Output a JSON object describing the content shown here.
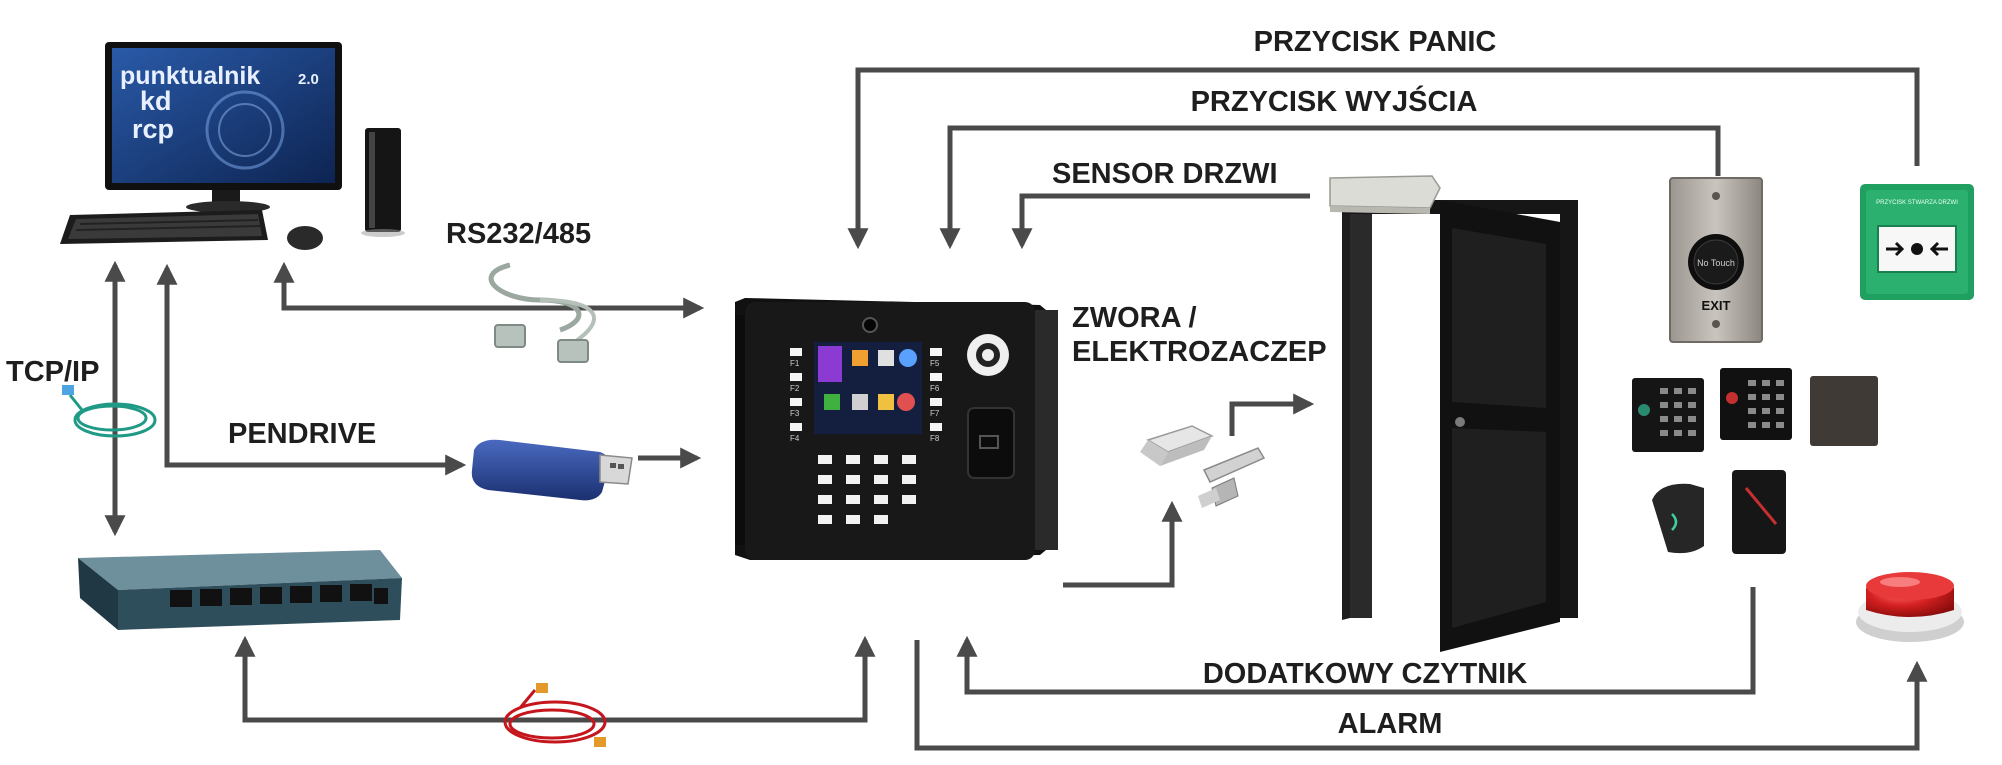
{
  "labels": {
    "panic": "PRZYCISK PANIC",
    "exit_button": "PRZYCISK WYJŚCIA",
    "door_sensor": "SENSOR DRZWI",
    "rs232": "RS232/485",
    "lock_line1": "ZWORA /",
    "lock_line2": "ELEKTROZACZEP",
    "tcpip": "TCP/IP",
    "pendrive": "PENDRIVE",
    "extra_reader": "DODATKOWY CZYTNIK",
    "alarm": "ALARM"
  },
  "monitor": {
    "brand_line1": "punktualnik",
    "brand_version": "2.0",
    "brand_line2": "kd",
    "brand_line3": "rcp"
  },
  "exit_plate": {
    "sensor_text": "No Touch",
    "exit_text": "EXIT"
  },
  "panic_box": {
    "caption": "PRZYCISK STWARZA DRZWI"
  },
  "terminal_keys": {
    "fkeys_left": [
      "F1",
      "F2",
      "F3",
      "F4"
    ],
    "fkeys_right": [
      "F5",
      "F6",
      "F7",
      "F8"
    ]
  },
  "colors": {
    "arrow": "#4a4a4a",
    "terminal": "#141414",
    "screen": "#1d3f86",
    "switch": "#2f4e5c",
    "panic_green": "#20a060",
    "alarm_red": "#d42020",
    "usb_blue": "#27458f",
    "door": "#161616"
  }
}
